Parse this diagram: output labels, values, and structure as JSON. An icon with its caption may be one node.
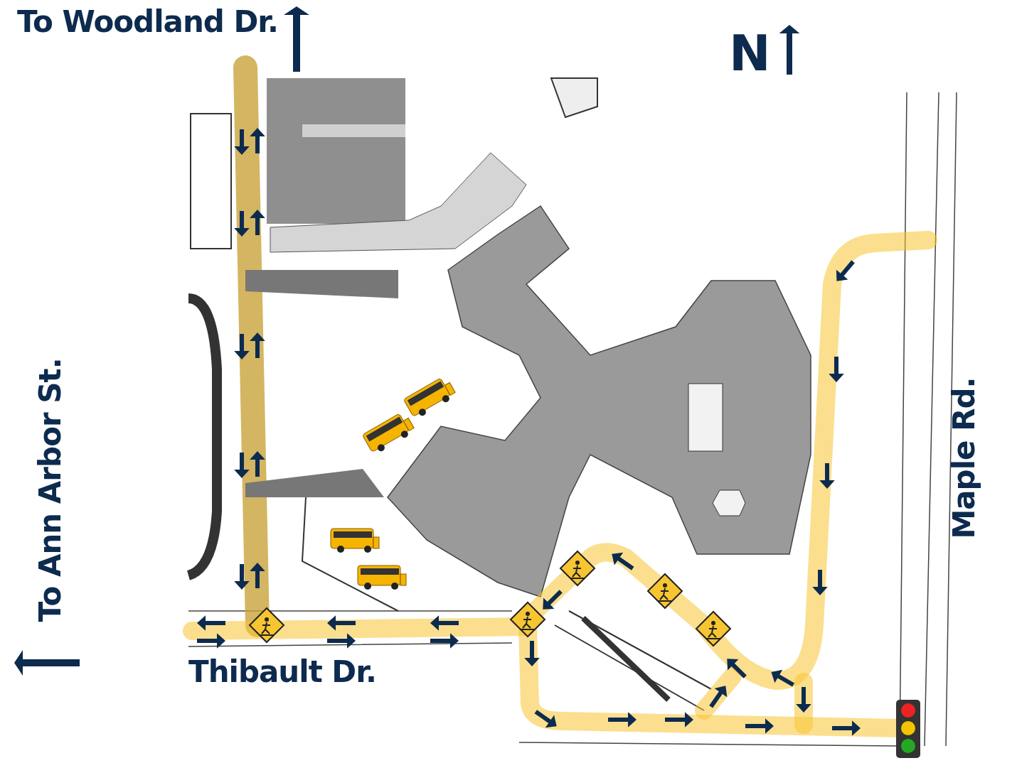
{
  "diagram": {
    "labels": [
      "To Woodland Dr.",
      "N",
      "To Ann Arbor St.",
      "Maple Rd.",
      "Thibault Dr."
    ]
  }
}
